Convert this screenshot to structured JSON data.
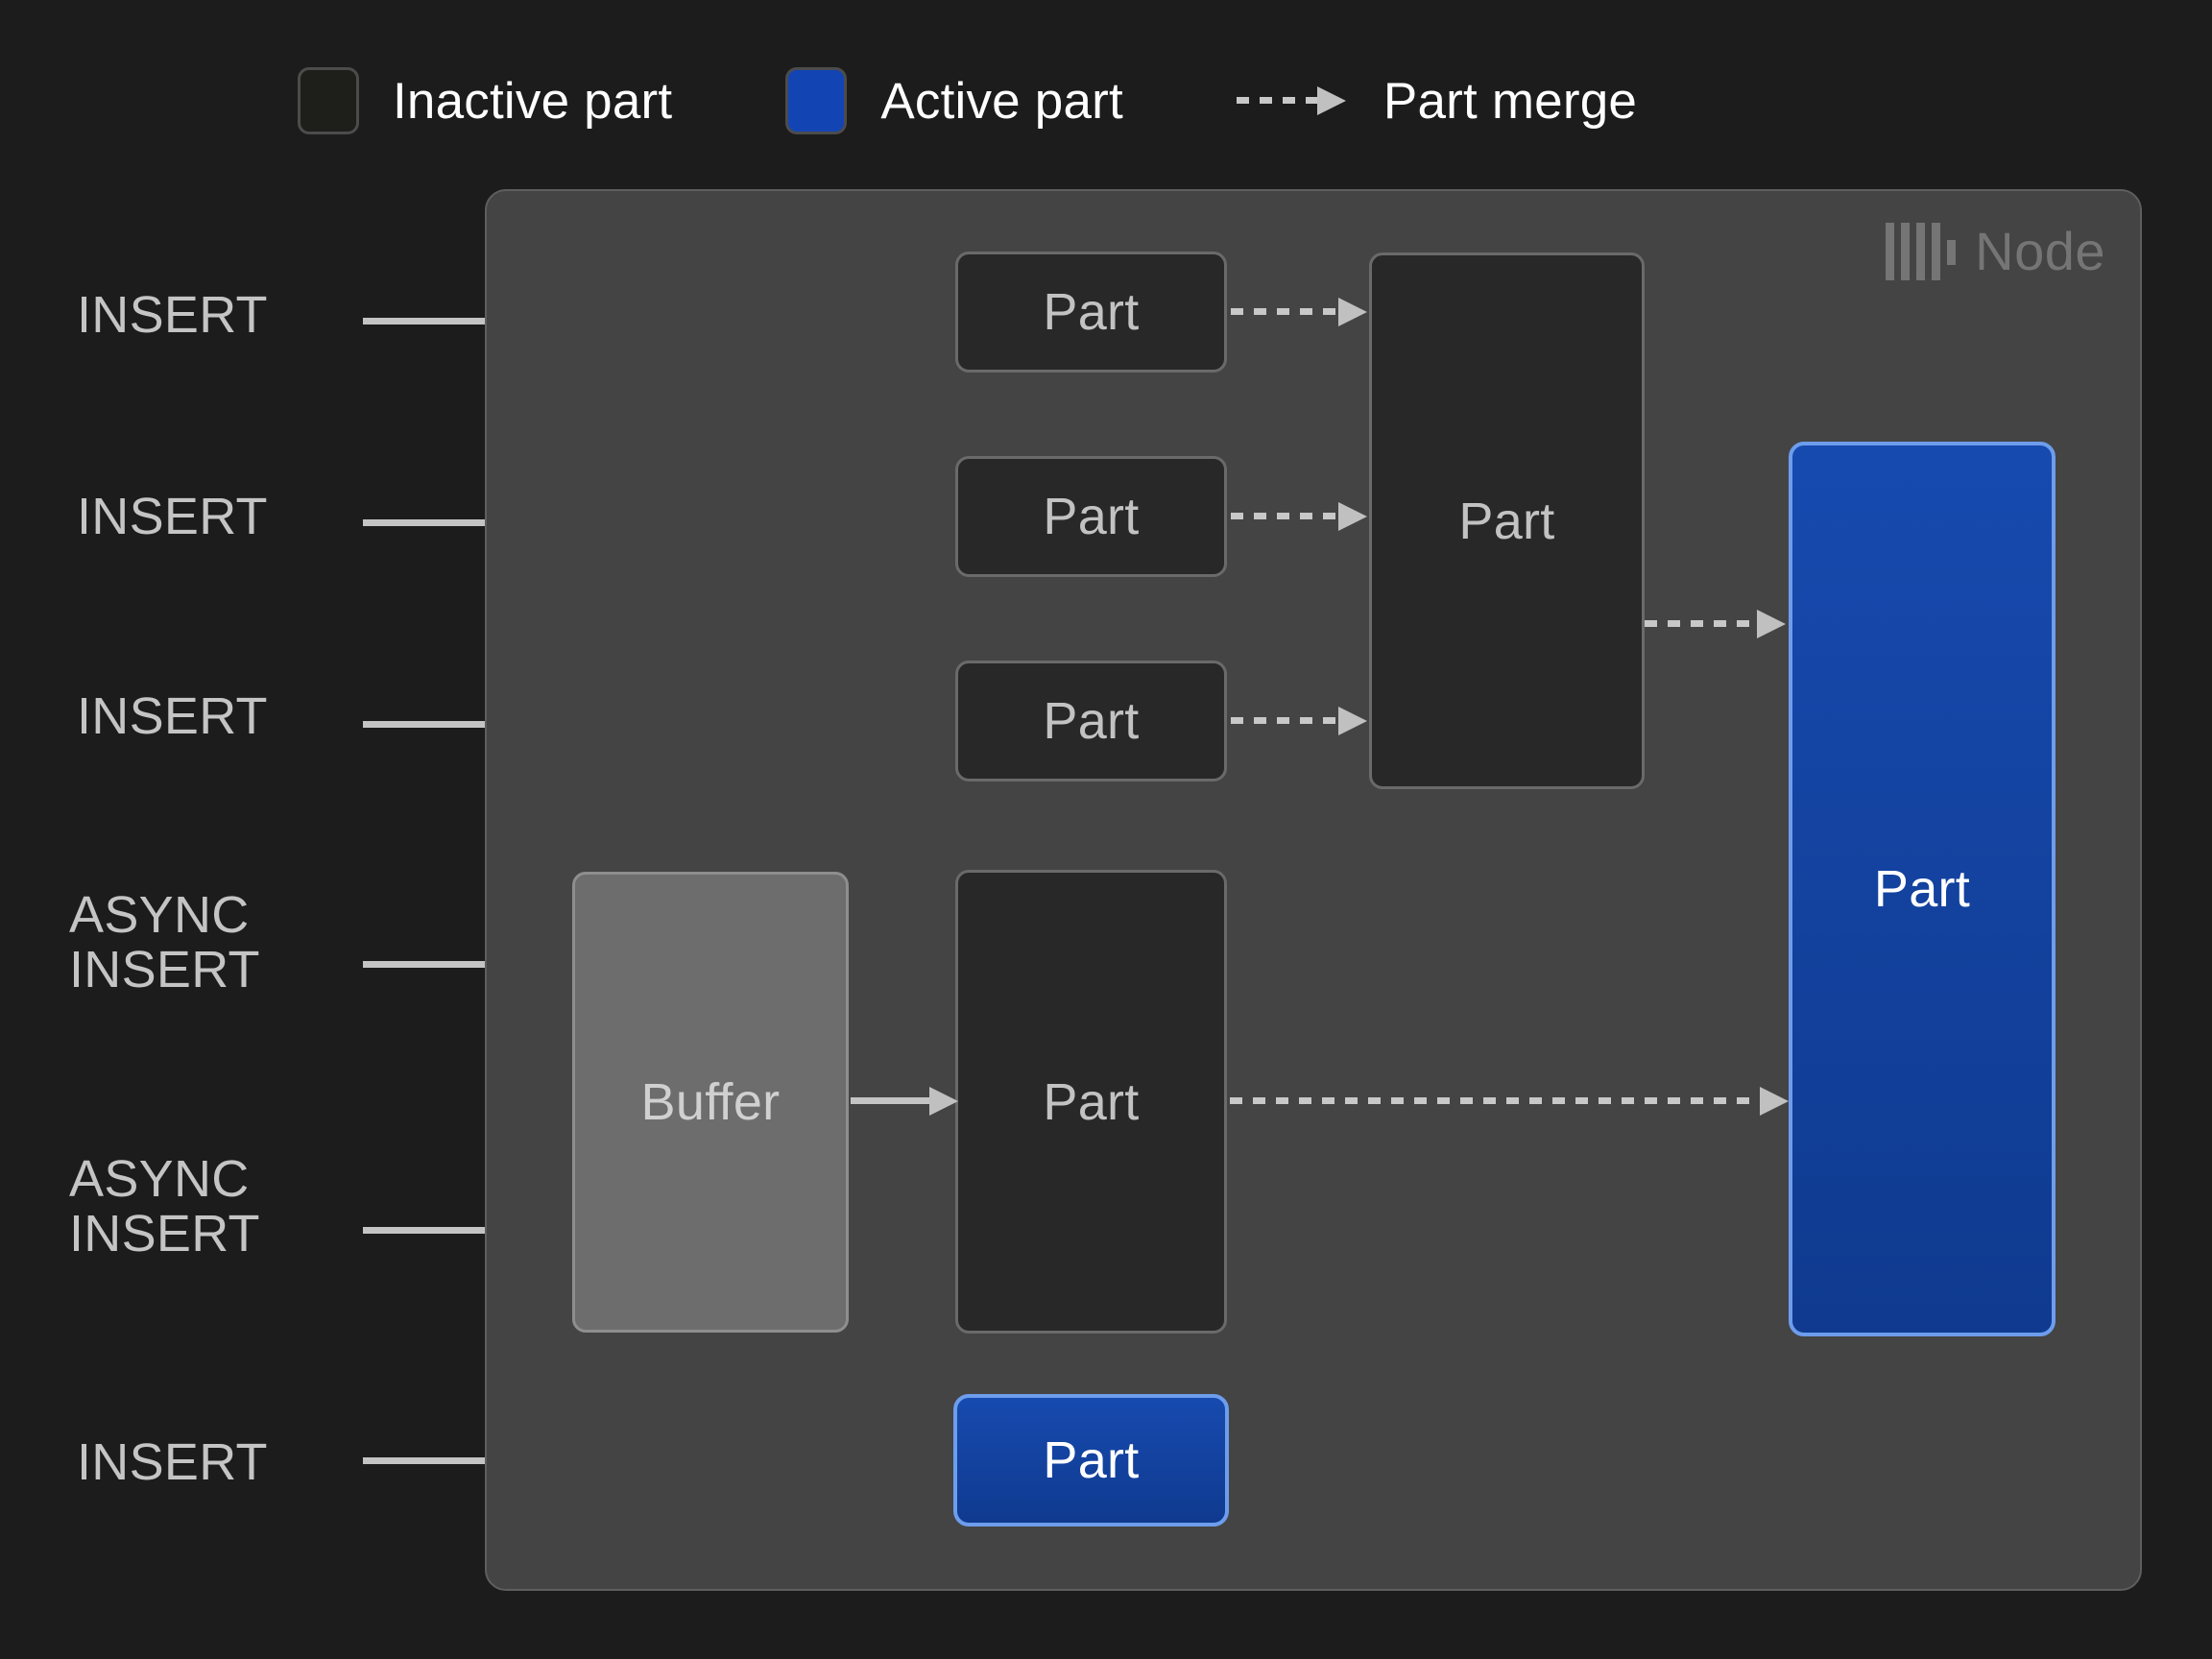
{
  "legend": {
    "items": [
      {
        "type": "swatch-inactive",
        "label": "Inactive part",
        "color": "#1e1f1b"
      },
      {
        "type": "swatch-active",
        "label": "Active part",
        "color": "#1344b4"
      },
      {
        "type": "dashed-arrow",
        "label": "Part merge",
        "color": "#c8c8c8"
      }
    ]
  },
  "node": {
    "title": "Node",
    "logo_icon": "clickhouse-logo-icon",
    "background": "#444444",
    "border": "#5e5e5e"
  },
  "sources": [
    {
      "id": "insert-1",
      "label": "INSERT"
    },
    {
      "id": "insert-2",
      "label": "INSERT"
    },
    {
      "id": "insert-3",
      "label": "INSERT"
    },
    {
      "id": "async-insert-1",
      "label": "ASYNC\nINSERT"
    },
    {
      "id": "async-insert-2",
      "label": "ASYNC\nINSERT"
    },
    {
      "id": "insert-4",
      "label": "INSERT"
    }
  ],
  "boxes": {
    "part_row_1": {
      "label": "Part",
      "state": "inactive"
    },
    "part_row_2": {
      "label": "Part",
      "state": "inactive"
    },
    "part_row_3": {
      "label": "Part",
      "state": "inactive"
    },
    "part_merged_top": {
      "label": "Part",
      "state": "inactive"
    },
    "buffer": {
      "label": "Buffer",
      "state": "buffer"
    },
    "part_from_buffer": {
      "label": "Part",
      "state": "inactive"
    },
    "part_final": {
      "label": "Part",
      "state": "active"
    },
    "part_direct_active": {
      "label": "Part",
      "state": "active"
    }
  },
  "colors": {
    "page_background": "#1c1c1c",
    "node_background": "#444444",
    "inactive_fill": "#282828",
    "inactive_border": "#6a6a6a",
    "active_fill": "#1344b4",
    "active_border": "#6d9dec",
    "buffer_fill": "#6d6d6d",
    "arrow": "#c4c4c4",
    "text_primary": "#ffffff",
    "text_muted": "#c2c2c2",
    "node_label": "#757575"
  },
  "chart_data": {
    "type": "diagram",
    "title": "ClickHouse part creation and merge flow within a node",
    "nodes": [
      {
        "id": "insert-1",
        "label": "INSERT",
        "kind": "source"
      },
      {
        "id": "insert-2",
        "label": "INSERT",
        "kind": "source"
      },
      {
        "id": "insert-3",
        "label": "INSERT",
        "kind": "source"
      },
      {
        "id": "async-1",
        "label": "ASYNC INSERT",
        "kind": "source"
      },
      {
        "id": "async-2",
        "label": "ASYNC INSERT",
        "kind": "source"
      },
      {
        "id": "insert-4",
        "label": "INSERT",
        "kind": "source"
      },
      {
        "id": "part-1",
        "label": "Part",
        "kind": "inactive-part"
      },
      {
        "id": "part-2",
        "label": "Part",
        "kind": "inactive-part"
      },
      {
        "id": "part-3",
        "label": "Part",
        "kind": "inactive-part"
      },
      {
        "id": "part-m1",
        "label": "Part",
        "kind": "inactive-part"
      },
      {
        "id": "buffer",
        "label": "Buffer",
        "kind": "buffer"
      },
      {
        "id": "part-b",
        "label": "Part",
        "kind": "inactive-part"
      },
      {
        "id": "part-final",
        "label": "Part",
        "kind": "active-part"
      },
      {
        "id": "part-act",
        "label": "Part",
        "kind": "active-part"
      }
    ],
    "edges": [
      {
        "from": "insert-1",
        "to": "part-1",
        "style": "solid"
      },
      {
        "from": "insert-2",
        "to": "part-2",
        "style": "solid"
      },
      {
        "from": "insert-3",
        "to": "part-3",
        "style": "solid"
      },
      {
        "from": "async-1",
        "to": "buffer",
        "style": "solid"
      },
      {
        "from": "async-2",
        "to": "buffer",
        "style": "solid"
      },
      {
        "from": "insert-4",
        "to": "part-act",
        "style": "solid"
      },
      {
        "from": "part-1",
        "to": "part-m1",
        "style": "dashed"
      },
      {
        "from": "part-2",
        "to": "part-m1",
        "style": "dashed"
      },
      {
        "from": "part-3",
        "to": "part-m1",
        "style": "dashed"
      },
      {
        "from": "buffer",
        "to": "part-b",
        "style": "solid"
      },
      {
        "from": "part-m1",
        "to": "part-final",
        "style": "dashed"
      },
      {
        "from": "part-b",
        "to": "part-final",
        "style": "dashed"
      }
    ]
  }
}
